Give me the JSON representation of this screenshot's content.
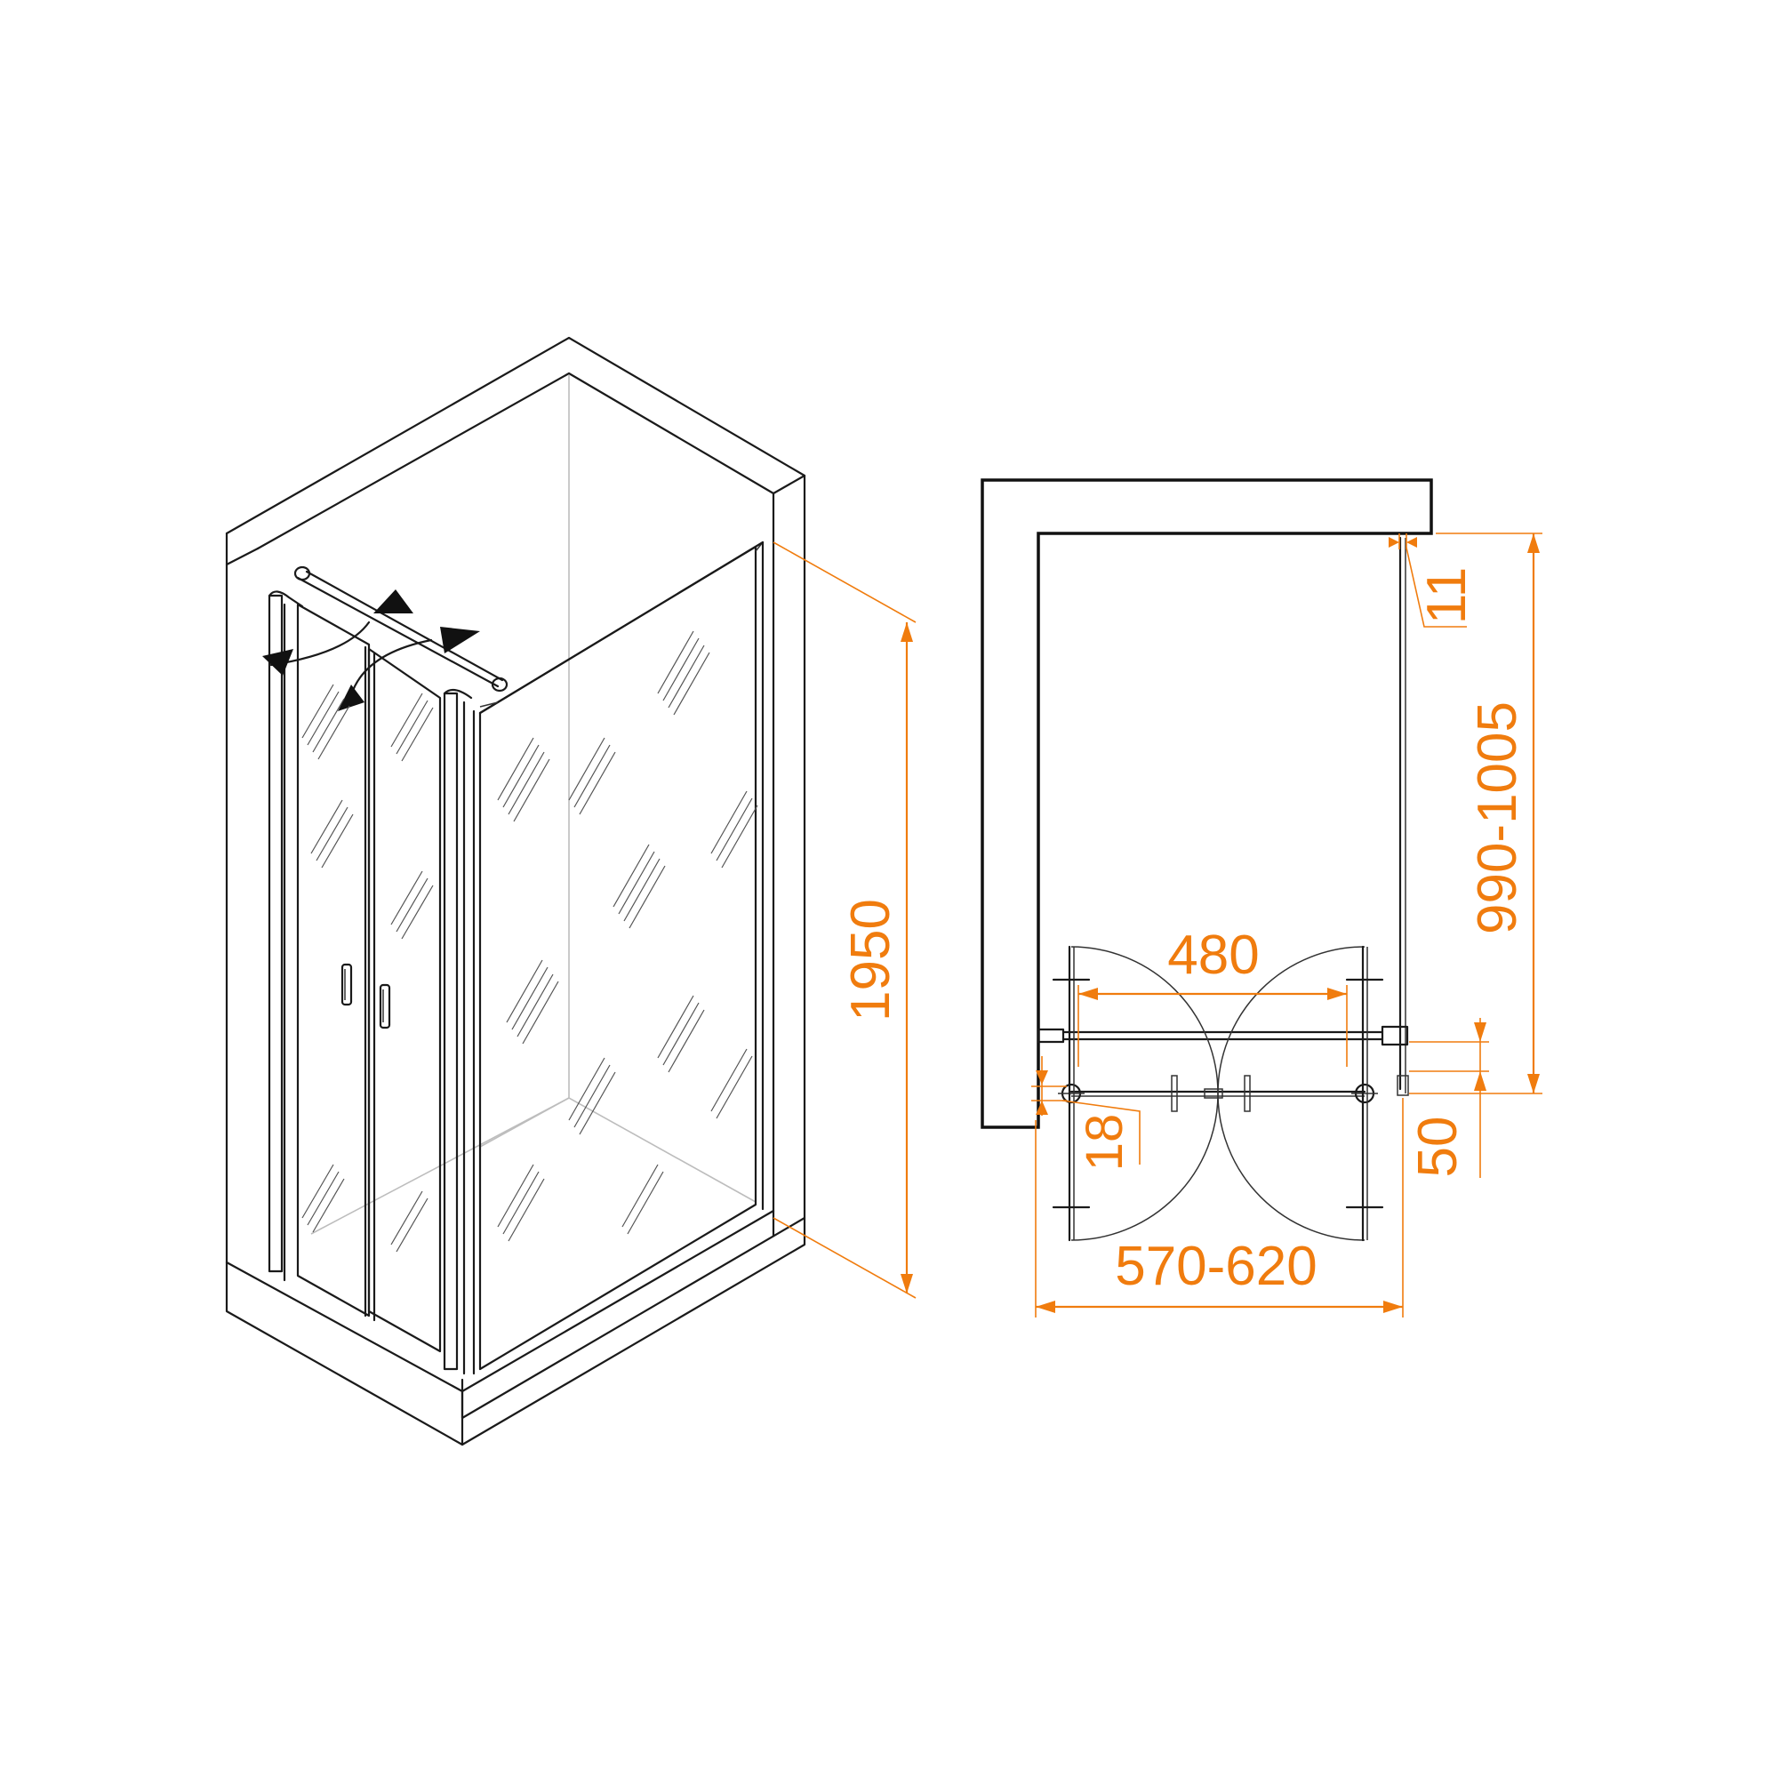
{
  "dimensions": {
    "height": "1950",
    "width_range": "570-620",
    "depth_range": "990-1005",
    "door_opening": "480",
    "profile_11": "11",
    "profile_18": "18",
    "offset_50": "50"
  },
  "colors": {
    "dimension": "#f07c0e",
    "lines": "#1a1a1a"
  }
}
